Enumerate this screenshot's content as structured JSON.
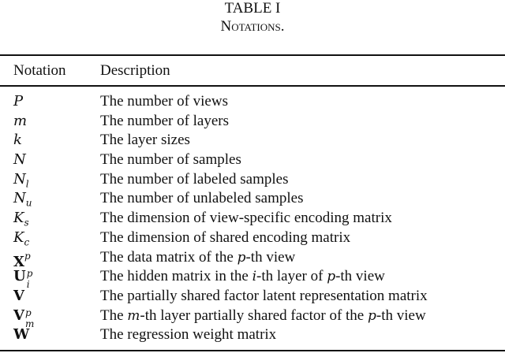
{
  "caption": {
    "label": "TABLE I",
    "title": "Notations."
  },
  "header": {
    "col1": "Notation",
    "col2": "Description"
  },
  "rows": [
    {
      "symbol": "P",
      "sub": "",
      "sup": "",
      "bold": false,
      "description": "The number of views"
    },
    {
      "symbol": "m",
      "sub": "",
      "sup": "",
      "bold": false,
      "description": "The number of layers"
    },
    {
      "symbol": "k",
      "sub": "",
      "sup": "",
      "bold": false,
      "description": "The layer sizes"
    },
    {
      "symbol": "N",
      "sub": "",
      "sup": "",
      "bold": false,
      "description": "The number of samples"
    },
    {
      "symbol": "N",
      "sub": "l",
      "sup": "",
      "bold": false,
      "description": "The number of labeled samples"
    },
    {
      "symbol": "N",
      "sub": "u",
      "sup": "",
      "bold": false,
      "description": "The number of unlabeled samples"
    },
    {
      "symbol": "K",
      "sub": "s",
      "sup": "",
      "bold": false,
      "description": "The dimension of view-specific encoding matrix"
    },
    {
      "symbol": "K",
      "sub": "c",
      "sup": "",
      "bold": false,
      "description": "The dimension of shared encoding matrix"
    },
    {
      "symbol": "X",
      "sub": "",
      "sup": "p",
      "bold": true,
      "description_parts": [
        "The data matrix of the ",
        "p",
        "-th view"
      ]
    },
    {
      "symbol": "U",
      "sub": "i",
      "sup": "p",
      "bold": true,
      "description_parts": [
        "The hidden matrix in the ",
        "i",
        "-th layer of ",
        "p",
        "-th view"
      ]
    },
    {
      "symbol": "V",
      "sub": "",
      "sup": "",
      "bold": true,
      "description": "The partially shared factor latent representation matrix"
    },
    {
      "symbol": "V",
      "sub": "m",
      "sup": "p",
      "bold": true,
      "description_parts": [
        "The ",
        "m",
        "-th layer partially shared factor of the ",
        "p",
        "-th view"
      ]
    },
    {
      "symbol": "W",
      "sub": "",
      "sup": "",
      "bold": true,
      "description": "The regression weight matrix"
    }
  ]
}
